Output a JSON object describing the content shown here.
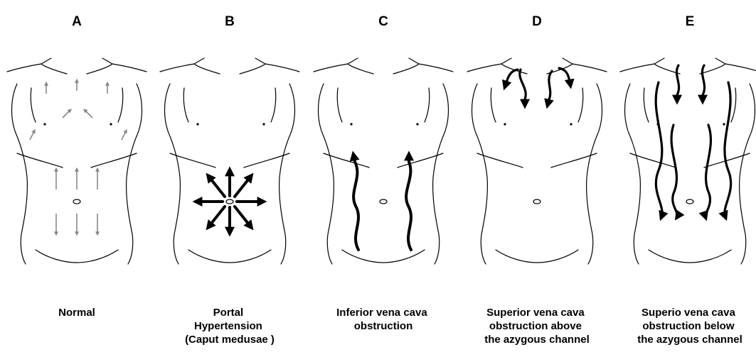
{
  "panels": [
    {
      "letter": "A",
      "caption": [
        "Normal"
      ]
    },
    {
      "letter": "B",
      "caption": [
        "Portal",
        "Hypertension",
        "(Caput medusae )"
      ]
    },
    {
      "letter": "C",
      "caption": [
        "Inferior vena cava",
        "obstruction"
      ]
    },
    {
      "letter": "D",
      "caption": [
        "Superior vena cava",
        "obstruction above",
        "the azygous channel"
      ]
    },
    {
      "letter": "E",
      "caption": [
        "Superio vena cava",
        "obstruction below",
        "the azygous channel"
      ]
    }
  ],
  "colors": {
    "outline": "#000000",
    "normal_flow_arrow": "#888888",
    "abnormal_flow_arrow": "#000000"
  },
  "icons": [
    "torso-outline",
    "flow-arrow"
  ]
}
